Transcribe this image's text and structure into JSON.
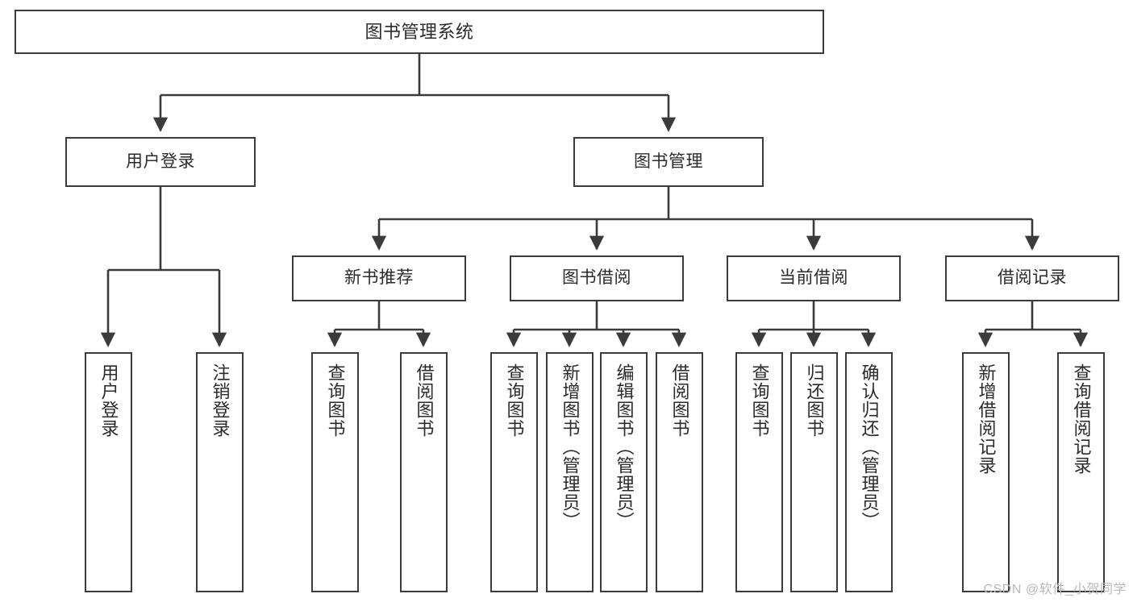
{
  "diagram": {
    "type": "tree-hierarchy-diagram",
    "title": "图书管理系统",
    "watermark": "CSDN @软件_小贺同学",
    "colors": {
      "box_border": "#3b3b3b",
      "box_fill": "#ffffff",
      "connector": "#3b3b3b",
      "text": "#2b2b2b",
      "watermark": "#b9b9b9",
      "background": "#ffffff"
    },
    "levels": {
      "root": {
        "label": "图书管理系统"
      },
      "level2": [
        {
          "label": "用户登录"
        },
        {
          "label": "图书管理"
        }
      ],
      "level3": [
        {
          "label": "新书推荐"
        },
        {
          "label": "图书借阅"
        },
        {
          "label": "当前借阅"
        },
        {
          "label": "借阅记录"
        }
      ],
      "leaves": {
        "user_login": [
          {
            "label": "用户登录"
          },
          {
            "label": "注销登录"
          }
        ],
        "new_book_recommend": [
          {
            "label": "查询图书"
          },
          {
            "label": "借阅图书"
          }
        ],
        "book_borrow": [
          {
            "label": "查询图书"
          },
          {
            "label": "新增图书（管理员）"
          },
          {
            "label": "编辑图书（管理员）"
          },
          {
            "label": "借阅图书"
          }
        ],
        "current_borrow": [
          {
            "label": "查询图书"
          },
          {
            "label": "归还图书"
          },
          {
            "label": "确认归还（管理员）"
          }
        ],
        "borrow_record": [
          {
            "label": "新增借阅记录"
          },
          {
            "label": "查询借阅记录"
          }
        ]
      }
    }
  }
}
